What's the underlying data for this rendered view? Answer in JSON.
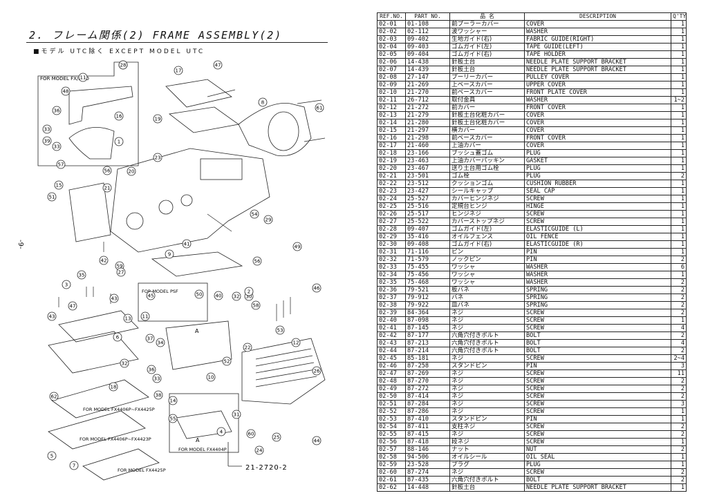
{
  "header": {
    "title": "2. フレーム関係(2) FRAME ASSEMBLY(2)",
    "subtitle": "■モデル UTC除く EXCEPT MODEL UTC",
    "page_number": "-9-"
  },
  "drawing": {
    "labels": {
      "fx_pmd": "FOR MODEL FX/PMD",
      "psf": "FOR MODEL PSF",
      "fx4406p_4425p": "FOR MODEL FX4406P~FX4425P",
      "fx4406p_4423p": "FOR MODEL FX4406P~FX4423P",
      "fx4425p": "FOR MODEL FX4425P",
      "fx4404p": "FOR MODEL FX4404P",
      "ref_a": "A",
      "ref_a2": "A",
      "drawing_no": "21-2720-2"
    },
    "balloons": [
      "45",
      "11",
      "48",
      "36",
      "33",
      "39",
      "33",
      "57",
      "1",
      "16",
      "17",
      "47",
      "8",
      "61",
      "19",
      "56",
      "20",
      "23",
      "15",
      "51",
      "21",
      "54",
      "29",
      "49",
      "41",
      "56",
      "9",
      "42",
      "59",
      "27",
      "3",
      "35",
      "43",
      "47",
      "43",
      "13",
      "6",
      "32",
      "18",
      "46",
      "45",
      "11",
      "50",
      "30",
      "53",
      "40",
      "37",
      "34",
      "36",
      "33",
      "38",
      "10",
      "22",
      "12",
      "26",
      "52",
      "31",
      "60",
      "24",
      "25",
      "44",
      "14",
      "55",
      "4",
      "5",
      "7",
      "62",
      "32",
      "2",
      "58",
      "28"
    ]
  },
  "table": {
    "headers": [
      "REF.NO.",
      "PART NO.",
      "品 名",
      "DESCRIPTION",
      "Q'TY"
    ],
    "rows": [
      [
        "02-01",
        "01-108",
        "前プーラーカバー",
        "COVER",
        "1"
      ],
      [
        "02-02",
        "02-112",
        "波ワッシャー",
        "WASHER",
        "1"
      ],
      [
        "02-03",
        "09-402",
        "生地ガイド(右)",
        "FABRIC GUIDE(RIGHT)",
        "1"
      ],
      [
        "02-04",
        "09-403",
        "ゴムガイド(左)",
        "TAPE GUIDE(LEFT)",
        "1"
      ],
      [
        "02-05",
        "09-404",
        "ゴムガイド(右)",
        "TAPE HOLDER",
        "1"
      ],
      [
        "02-06",
        "14-438",
        "針板土台",
        "NEEDLE PLATE SUPPORT BRACKET",
        "1"
      ],
      [
        "02-07",
        "14-439",
        "針板土台",
        "NEEDLE PLATE SUPPORT BRACKET",
        "1"
      ],
      [
        "02-08",
        "27-147",
        "プーリーカバー",
        "PULLEY COVER",
        "1"
      ],
      [
        "02-09",
        "21-269",
        "上ベースカバー",
        "UPPER COVER",
        "1"
      ],
      [
        "02-10",
        "21-270",
        "前ベースカバー",
        "FRONT PLATE COVER",
        "1"
      ],
      [
        "02-11",
        "26-712",
        "取付金具",
        "WASHER",
        "1~2"
      ],
      [
        "02-12",
        "21-272",
        "前カバー",
        "FRONT COVER",
        "1"
      ],
      [
        "02-13",
        "21-279",
        "針板土台化粧カバー",
        "COVER",
        "1"
      ],
      [
        "02-14",
        "21-280",
        "針板土台化粧カバー",
        "COVER",
        "1"
      ],
      [
        "02-15",
        "21-297",
        "横カバー",
        "COVER",
        "1"
      ],
      [
        "02-16",
        "21-298",
        "前ベースカバー",
        "FRONT COVER",
        "1"
      ],
      [
        "02-17",
        "21-460",
        "上油カバー",
        "COVER",
        "1"
      ],
      [
        "02-18",
        "23-166",
        "ブッシュ蓋ゴム",
        "PLUG",
        "1"
      ],
      [
        "02-19",
        "23-463",
        "上油カバーパッキン",
        "GASKET",
        "1"
      ],
      [
        "02-20",
        "23-467",
        "送り土台用ゴム栓",
        "PLUG",
        "1"
      ],
      [
        "02-21",
        "23-501",
        "ゴム栓",
        "PLUG",
        "2"
      ],
      [
        "02-22",
        "23-512",
        "クッションゴム",
        "CUSHION RUBBER",
        "1"
      ],
      [
        "02-23",
        "23-427",
        "シールキャップ",
        "SEAL CAP",
        "1"
      ],
      [
        "02-24",
        "25-527",
        "カバーヒンジネジ",
        "SCREW",
        "1"
      ],
      [
        "02-25",
        "25-516",
        "定規台ヒンジ",
        "HINGE",
        "1"
      ],
      [
        "02-26",
        "25-517",
        "ヒンジネジ",
        "SCREW",
        "1"
      ],
      [
        "02-27",
        "25-522",
        "カバーストップネジ",
        "SCREW",
        "1"
      ],
      [
        "02-28",
        "09-407",
        "ゴムガイド(左)",
        "ELASTICGUIDE (L)",
        "1"
      ],
      [
        "02-29",
        "35-416",
        "オイルフェンス",
        "OIL FENCE",
        "1"
      ],
      [
        "02-30",
        "09-408",
        "ゴムガイド(右)",
        "ELASTICGUIDE (R)",
        "1"
      ],
      [
        "02-31",
        "71-116",
        "ピン",
        "PIN",
        "1"
      ],
      [
        "02-32",
        "71-579",
        "ノックピン",
        "PIN",
        "2"
      ],
      [
        "02-33",
        "75-455",
        "ワッシャ",
        "WASHER",
        "6"
      ],
      [
        "02-34",
        "75-456",
        "ワッシャ",
        "WASHER",
        "1"
      ],
      [
        "02-35",
        "75-468",
        "ワッシャ",
        "WASHER",
        "2"
      ],
      [
        "02-36",
        "79-521",
        "板バネ",
        "SPRING",
        "2"
      ],
      [
        "02-37",
        "79-912",
        "バネ",
        "SPRING",
        "2"
      ],
      [
        "02-38",
        "79-922",
        "皿バネ",
        "SPRING",
        "2"
      ],
      [
        "02-39",
        "84-364",
        "ネジ",
        "SCREW",
        "2"
      ],
      [
        "02-40",
        "87-098",
        "ネジ",
        "SCREW",
        "1"
      ],
      [
        "02-41",
        "87-145",
        "ネジ",
        "SCREW",
        "4"
      ],
      [
        "02-42",
        "87-177",
        "六角穴付きボルト",
        "BOLT",
        "2"
      ],
      [
        "02-43",
        "87-213",
        "六角穴付きボルト",
        "BOLT",
        "4"
      ],
      [
        "02-44",
        "87-214",
        "六角穴付きボルト",
        "BOLT",
        "2"
      ],
      [
        "02-45",
        "85-181",
        "ネジ",
        "SCREW",
        "2~4"
      ],
      [
        "02-46",
        "87-258",
        "スタンドピン",
        "PIN",
        "3"
      ],
      [
        "02-47",
        "87-269",
        "ネジ",
        "SCREW",
        "11"
      ],
      [
        "02-48",
        "87-270",
        "ネジ",
        "SCREW",
        "2"
      ],
      [
        "02-49",
        "87-272",
        "ネジ",
        "SCREW",
        "2"
      ],
      [
        "02-50",
        "87-414",
        "ネジ",
        "SCREW",
        "2"
      ],
      [
        "02-51",
        "87-284",
        "ネジ",
        "SCREW",
        "3"
      ],
      [
        "02-52",
        "87-286",
        "ネジ",
        "SCREW",
        "1"
      ],
      [
        "02-53",
        "87-410",
        "スタンドピン",
        "PIN",
        "1"
      ],
      [
        "02-54",
        "87-411",
        "支柱ネジ",
        "SCREW",
        "2"
      ],
      [
        "02-55",
        "87-415",
        "ネジ",
        "SCREW",
        "2"
      ],
      [
        "02-56",
        "87-418",
        "段ネジ",
        "SCREW",
        "1"
      ],
      [
        "02-57",
        "88-146",
        "ナット",
        "NUT",
        "2"
      ],
      [
        "02-58",
        "94-506",
        "オイルシール",
        "OIL SEAL",
        "1"
      ],
      [
        "02-59",
        "23-528",
        "プラグ",
        "PLUG",
        "1"
      ],
      [
        "02-60",
        "87-274",
        "ネジ",
        "SCREW",
        "2"
      ],
      [
        "02-61",
        "87-435",
        "六角穴付きボルト",
        "BOLT",
        "2"
      ],
      [
        "02-62",
        "14-448",
        "針板土台",
        "NEEDLE PLATE SUPPORT BRACKET",
        "1"
      ]
    ]
  }
}
